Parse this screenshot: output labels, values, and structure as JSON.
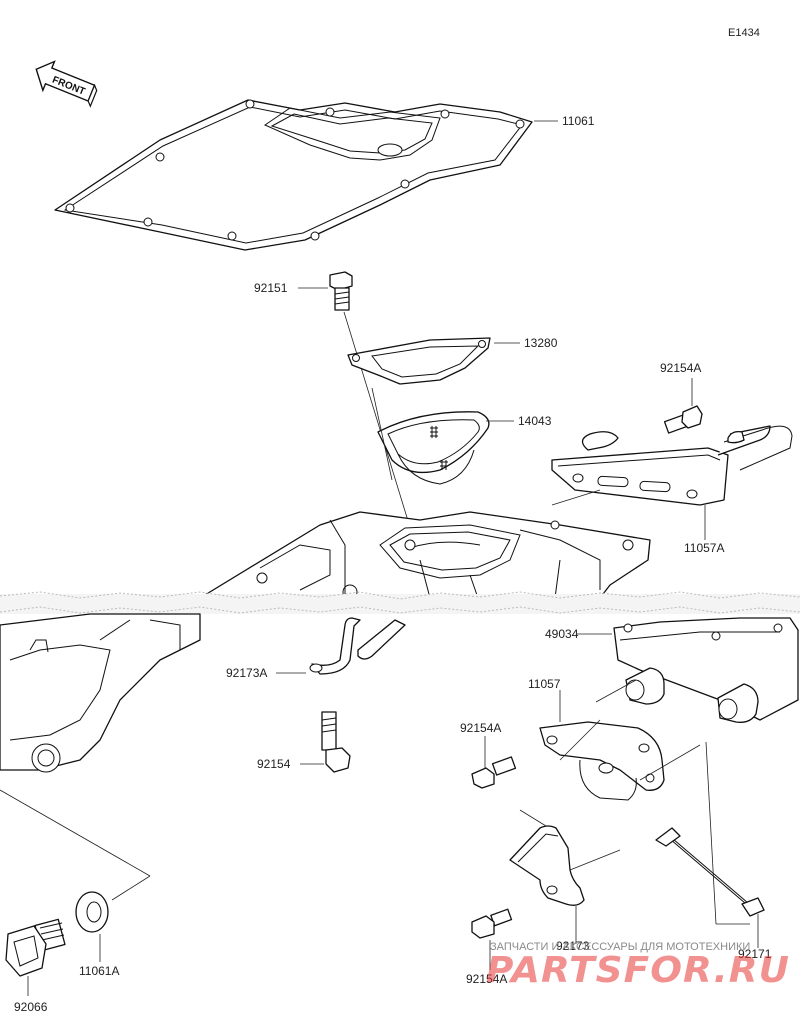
{
  "diagram": {
    "id": "E1434",
    "front_label": "FRONT",
    "parts": [
      {
        "key": "gasket",
        "number": "11061"
      },
      {
        "key": "bolt_top",
        "number": "92151"
      },
      {
        "key": "cover_gasket",
        "number": "13280"
      },
      {
        "key": "strainer",
        "number": "14043"
      },
      {
        "key": "bolt_upper_bracket",
        "number": "92154A"
      },
      {
        "key": "upper_bracket",
        "number": "11057A"
      },
      {
        "key": "oil_pan",
        "number": "49034"
      },
      {
        "key": "clamp_left",
        "number": "92173A"
      },
      {
        "key": "lower_bracket",
        "number": "11057"
      },
      {
        "key": "bolt_lower_bracket",
        "number": "92154A"
      },
      {
        "key": "bolt_left",
        "number": "92154"
      },
      {
        "key": "clamp_bottom",
        "number": "92173"
      },
      {
        "key": "bolt_bottom",
        "number": "92154A"
      },
      {
        "key": "rod",
        "number": "92171"
      },
      {
        "key": "washer",
        "number": "11061A"
      },
      {
        "key": "drain_plug",
        "number": "92066"
      }
    ]
  },
  "watermark": {
    "line1": "ЗАПЧАСТИ И АКСЕССУАРЫ ДЛЯ МОТОТЕХНИКИ",
    "brand": "PARTSFOR.RU"
  },
  "colors": {
    "line": "#111111",
    "watermark_red": "#e53935"
  }
}
